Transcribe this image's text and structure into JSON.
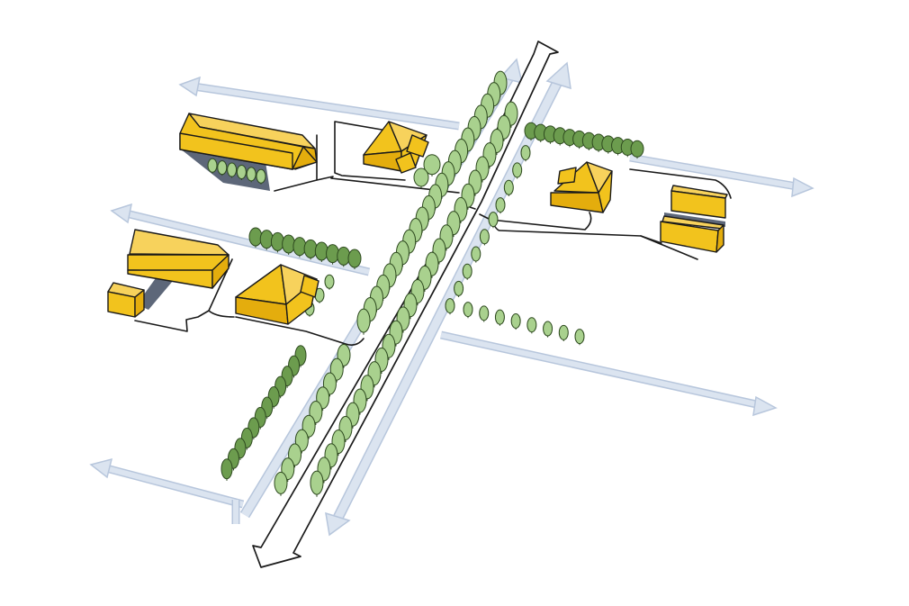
{
  "diagram": {
    "type": "axonometric-site-plan-sketch",
    "text_labels": [],
    "colors": {
      "building_roof": "#f2c31d",
      "building_side": "#e4ad0d",
      "building_outline": "#1a1a1a",
      "tree_light": "#a9d18e",
      "tree_dark": "#6c9c4e",
      "tree_outline": "#2e4a1f",
      "lane_arrow": "#dbe4f0",
      "lane_arrow_edge": "#b7c6dc",
      "main_road_outline": "#1a1a1a",
      "shadow": "#5d6779"
    },
    "icons": [
      "double-headed-arrow-icon",
      "single-headed-arrow-icon",
      "tree-icon",
      "building-icon"
    ],
    "counts": {
      "buildings": 9,
      "tree_rows": 9,
      "lane_arrows": 7
    }
  }
}
